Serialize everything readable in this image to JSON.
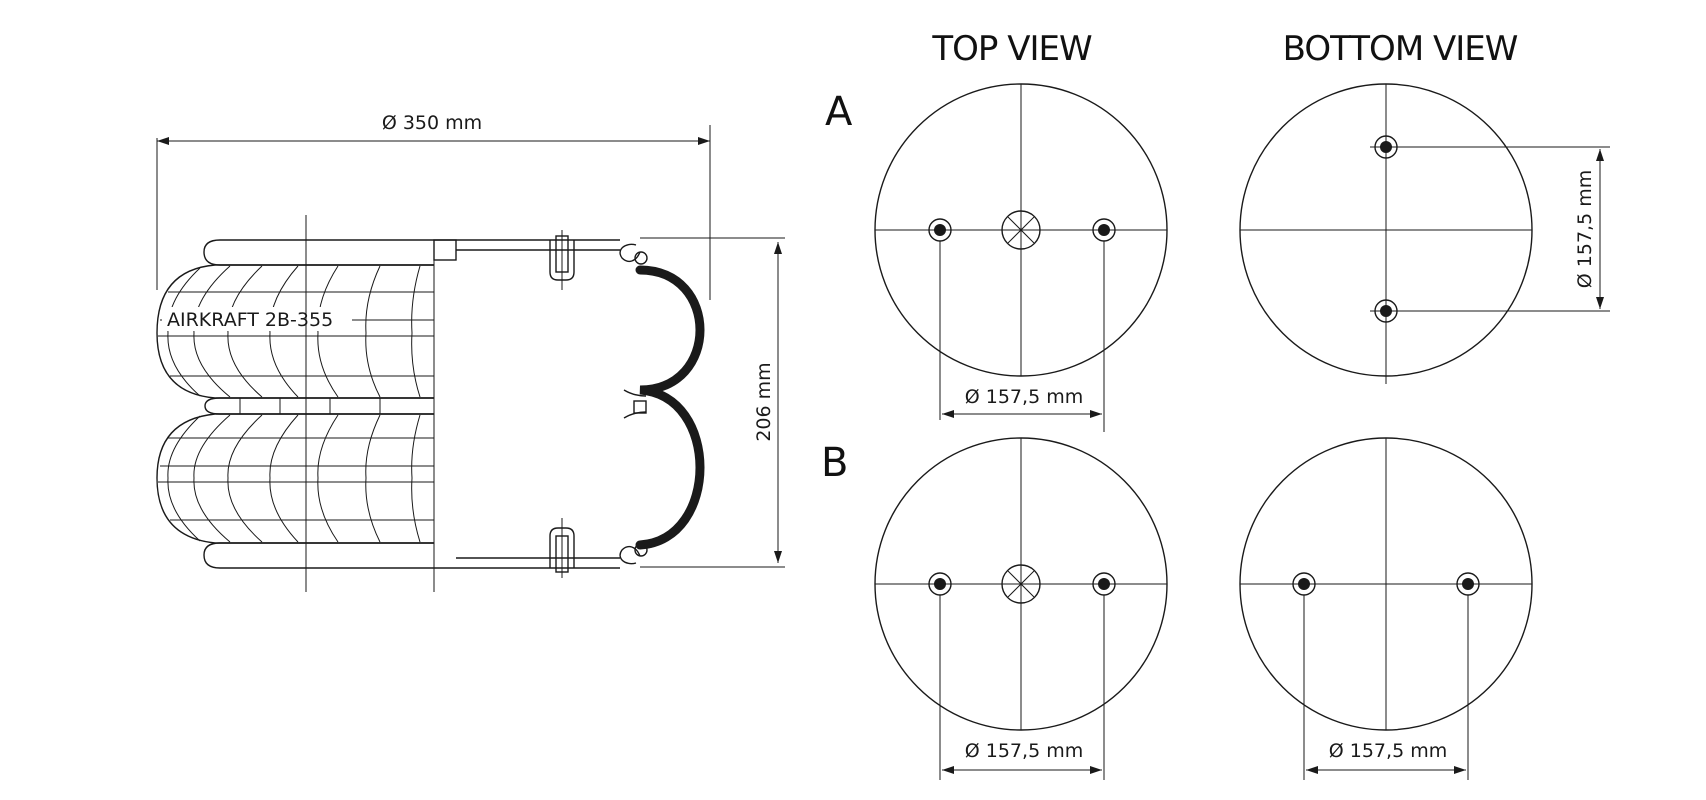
{
  "model_label": "AIRKRAFT 2B-355",
  "dimensions": {
    "diameter": "Ø 350 mm",
    "height": "206 mm",
    "bolt_circle": "Ø 157,5 mm"
  },
  "views": {
    "top": "TOP VIEW",
    "bottom": "BOTTOM VIEW"
  },
  "rows": {
    "a": "A",
    "b": "B"
  }
}
